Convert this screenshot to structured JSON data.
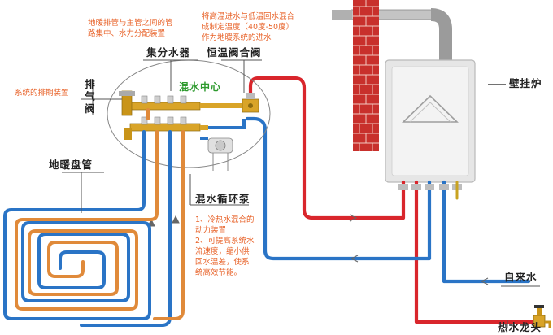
{
  "labels": {
    "manifold_note": [
      "地暖排管与主管之间的管",
      "路集中、水力分配装置"
    ],
    "mixing_valve_note": [
      "将高温进水与低温回水混合",
      "成制定温度（40度-50度）",
      "作为地暖系统的进水"
    ],
    "manifold": "集分水器",
    "mixing_valve": "恒温阀合阀",
    "exhaust_valve": "排气阀",
    "exhaust_note": "系统的排期装置",
    "mixing_center": "混水中心",
    "boiler": "壁挂炉",
    "floor_coil": "地暖盘管",
    "circulation_pump": "混水循环泵",
    "pump_note": [
      "1、冷热水混合的",
      "动力装置",
      "2、可提高系统水",
      "流速度，缩小供",
      "回水温差，使系",
      "统高效节能。"
    ],
    "tap_water": "自来水",
    "hot_tap": "热水龙头"
  },
  "colors": {
    "hot_pipe": "#d9262c",
    "cold_pipe": "#2a74c6",
    "floor_pipe": "#e08a3a",
    "brass": "#d9a428",
    "chimney": "#c8302c",
    "boiler_body": "#e6e6e6",
    "flue": "#9b9b9b",
    "note_text": "#e8632a",
    "center_text": "#2e9a2e"
  }
}
